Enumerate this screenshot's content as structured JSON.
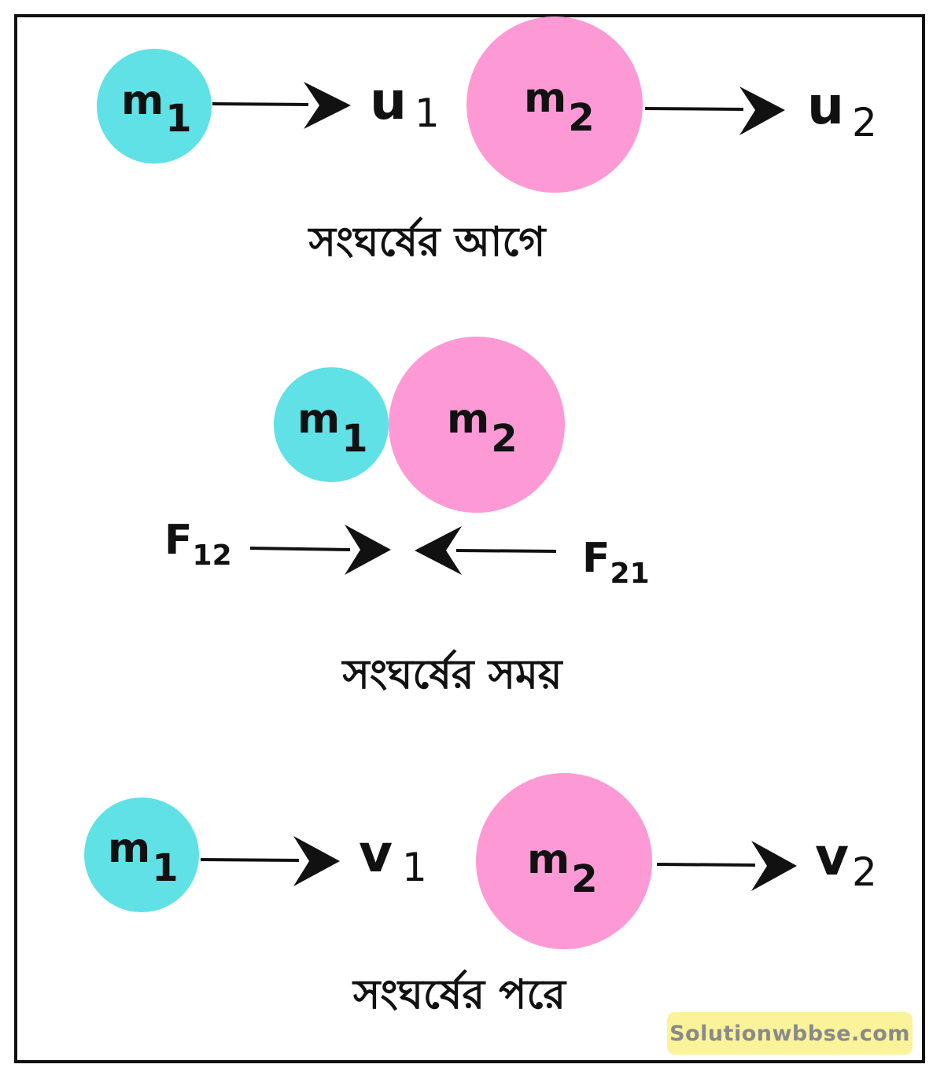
{
  "colors": {
    "ball_m1": "#5fe1e6",
    "ball_m2": "#fd9ad6",
    "ink": "#111111",
    "watermark_bg": "#fbf39a",
    "watermark_text": "#8a8a8a"
  },
  "before": {
    "m1": {
      "letter": "m",
      "sub": "1"
    },
    "m2": {
      "letter": "m",
      "sub": "2"
    },
    "u1": {
      "letter": "u",
      "sub": "1"
    },
    "u2": {
      "letter": "u",
      "sub": "2"
    },
    "caption": "সংঘর্ষের আগে"
  },
  "during": {
    "m1": {
      "letter": "m",
      "sub": "1"
    },
    "m2": {
      "letter": "m",
      "sub": "2"
    },
    "f12": {
      "letter": "F",
      "sub": "12"
    },
    "f21": {
      "letter": "F",
      "sub": "21"
    },
    "caption": "সংঘর্ষের সময়"
  },
  "after": {
    "m1": {
      "letter": "m",
      "sub": "1"
    },
    "m2": {
      "letter": "m",
      "sub": "2"
    },
    "v1": {
      "letter": "v",
      "sub": "1"
    },
    "v2": {
      "letter": "v",
      "sub": "2"
    },
    "caption": "সংঘর্ষের পরে"
  },
  "watermark": "Solutionwbbse.com"
}
